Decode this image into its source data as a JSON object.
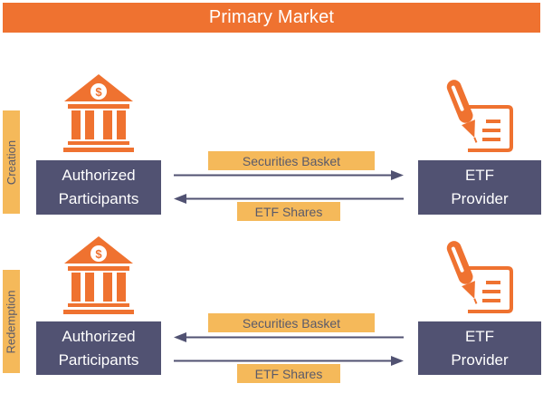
{
  "header": {
    "title": "Primary Market"
  },
  "colors": {
    "accent_orange": "#ef7230",
    "label_yellow": "#f5b95a",
    "box_navy": "#515272",
    "arrow": "#515272"
  },
  "sections": [
    {
      "label": "Creation",
      "left_entity": {
        "line1": "Authorized",
        "line2": "Participants",
        "icon": "bank-icon"
      },
      "right_entity": {
        "line1": "ETF",
        "line2": "Provider",
        "icon": "pen-document-icon"
      },
      "flows": [
        {
          "label": "Securities Basket",
          "direction": "right"
        },
        {
          "label": "ETF Shares",
          "direction": "left"
        }
      ]
    },
    {
      "label": "Redemption",
      "left_entity": {
        "line1": "Authorized",
        "line2": "Participants",
        "icon": "bank-icon"
      },
      "right_entity": {
        "line1": "ETF",
        "line2": "Provider",
        "icon": "pen-document-icon"
      },
      "flows": [
        {
          "label": "Securities Basket",
          "direction": "left"
        },
        {
          "label": "ETF Shares",
          "direction": "right"
        }
      ]
    }
  ]
}
